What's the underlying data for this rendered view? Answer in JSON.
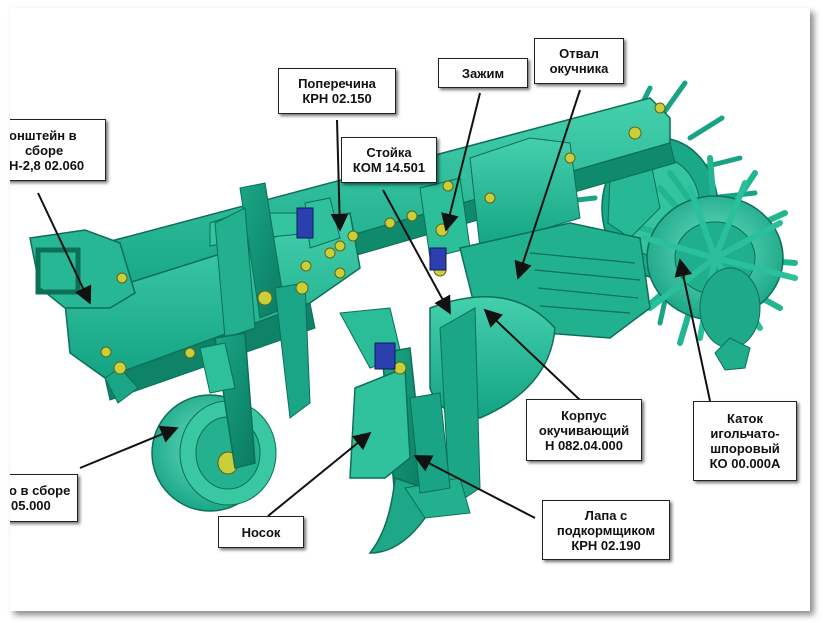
{
  "colors": {
    "machine_body": "#1db391",
    "machine_dark": "#0e7d64",
    "machine_light": "#5fd9bb",
    "bolt": "#c9cf3a",
    "clamp_blue": "#2b3fae",
    "leader": "#111111"
  },
  "labels": {
    "kronshtein": [
      "онштейн в",
      "сборе",
      "Н-2,8 02.060"
    ],
    "poperechina": [
      "Поперечина",
      "КРН 02.150"
    ],
    "zazhim": [
      "Зажим"
    ],
    "otval": [
      "Отвал",
      "окучника"
    ],
    "stoyka": [
      "Стойка",
      "КОМ 14.501"
    ],
    "korpus": [
      "Корпус",
      "окучивающий",
      "Н 082.04.000"
    ],
    "katok": [
      "Каток",
      "игольчато-",
      "шпоровый",
      "КО 00.000А"
    ],
    "koleso": [
      "о в сборе",
      "05.000"
    ],
    "nosok": [
      "Носок"
    ],
    "lapa": [
      "Лапа с",
      "подкормщиком",
      "КРН 02.190"
    ]
  }
}
